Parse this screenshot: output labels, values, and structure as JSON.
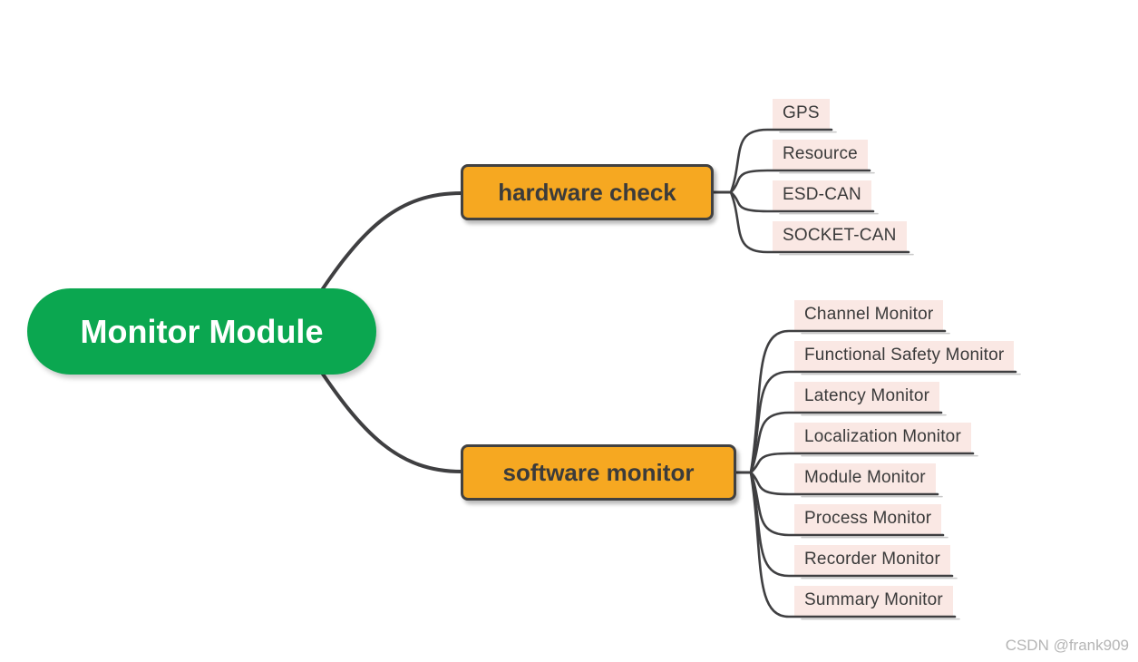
{
  "diagram": {
    "root": {
      "label": "Monitor Module"
    },
    "branches": [
      {
        "label": "hardware check",
        "children": [
          {
            "label": "GPS"
          },
          {
            "label": "Resource"
          },
          {
            "label": "ESD-CAN"
          },
          {
            "label": "SOCKET-CAN"
          }
        ]
      },
      {
        "label": "software monitor",
        "children": [
          {
            "label": "Channel Monitor"
          },
          {
            "label": "Functional Safety Monitor"
          },
          {
            "label": "Latency Monitor"
          },
          {
            "label": "Localization Monitor"
          },
          {
            "label": "Module Monitor"
          },
          {
            "label": "Process Monitor"
          },
          {
            "label": "Recorder Monitor"
          },
          {
            "label": "Summary Monitor"
          }
        ]
      }
    ]
  },
  "watermark": "CSDN @frank909",
  "colors": {
    "root_fill": "#0BA750",
    "root_text": "#FFFFFF",
    "branch_fill": "#F6A821",
    "branch_text": "#3B3B3B",
    "leaf_fill": "#FAE8E4",
    "leaf_text": "#3A3A3A",
    "line": "#3F3F41",
    "line_shadow": "#C9C9C9",
    "watermark_text": "#B5B5B5"
  }
}
